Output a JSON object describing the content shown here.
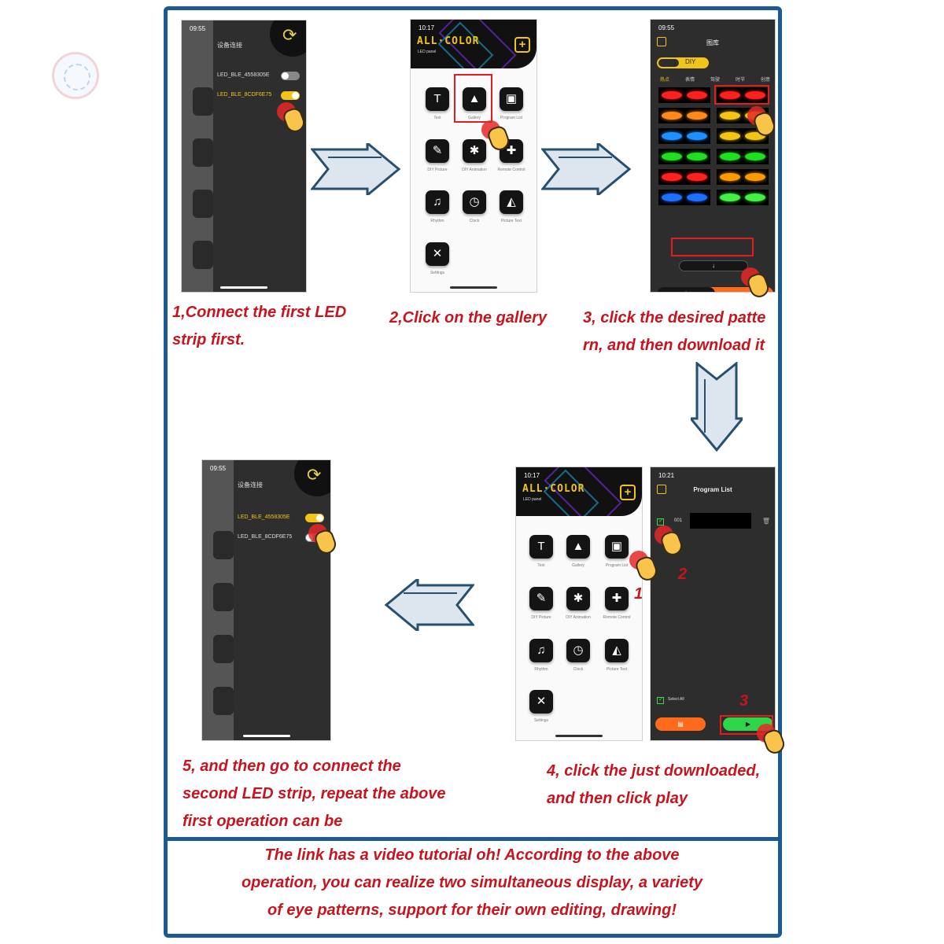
{
  "connection_screen": {
    "time": "09:55",
    "title": "设备连接",
    "devices": [
      "LED_BLE_4558305E",
      "LED_BLE_8CDF6E75"
    ],
    "step1_on": "LED_BLE_8CDF6E75",
    "step5_on": "LED_BLE_4558305E"
  },
  "home_screen": {
    "time": "10:17",
    "brand": "ALL·COLOR",
    "brand_sub": "LED panel",
    "apps": [
      "Text",
      "Gallery",
      "Program List",
      "DIY Picture",
      "DIY Animation",
      "Remote Control",
      "Rhythm",
      "Clock",
      "Picture Text",
      "Settings"
    ]
  },
  "gallery_screen": {
    "time": "09:55",
    "title": "图库",
    "segment_active": "DIY",
    "categories": [
      "热点",
      "表情",
      "驾驶",
      "时节",
      "创意"
    ],
    "eye_colors": [
      "#ff2020",
      "#ff2020",
      "#ff8a1a",
      "#f0c419",
      "#1e90ff",
      "#f0c419",
      "#22dd22",
      "#22dd22",
      "#ff2020",
      "#ff9900",
      "#1e6fff",
      "#44ee44"
    ],
    "download_icon": "download-icon"
  },
  "program_list_screen": {
    "time": "10:21",
    "title": "Program List",
    "item_number": "001",
    "select_all": "Select All"
  },
  "markers": {
    "one": "1",
    "two": "2",
    "three": "3"
  },
  "captions": {
    "step1": [
      "1,Connect the first LED",
      "strip first."
    ],
    "step2": [
      "2,Click on the gallery"
    ],
    "step3": [
      "3, click the desired patte",
      "rn, and then download it"
    ],
    "step4": [
      "4, click the just downloaded,",
      "and then click play"
    ],
    "step5": [
      "5, and then go to connect the",
      "second LED strip, repeat the above",
      "first operation can be"
    ],
    "note": [
      "The link has a video tutorial oh! According to the above",
      "operation, you can realize two simultaneous display, a variety",
      "of eye patterns, support for their own editing, drawing!"
    ]
  },
  "colors": {
    "frame": "#1b5b93",
    "caption": "#c8141e",
    "accent": "#f0c419",
    "arrow": "#27506f"
  }
}
